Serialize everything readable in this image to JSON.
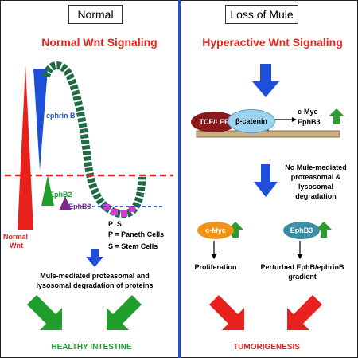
{
  "left_panel": {
    "title": "Normal",
    "heading": "Normal Wnt Signaling",
    "ephrin_b_label": "ephrin B",
    "ephb2_label": "EphB2",
    "ephb3_label": "EphB3",
    "normal_wnt_line1": "Normal",
    "normal_wnt_line2": "Wnt",
    "ps_label": "P  S",
    "paneth_def": "P = Paneth Cells",
    "stem_def": "S = Stem Cells",
    "degradation_line1": "Mule-mediated proteasomal and",
    "degradation_line2": "lysosomal degradation of proteins",
    "outcome": "HEALTHY INTESTINE"
  },
  "right_panel": {
    "title": "Loss of Mule",
    "heading": "Hyperactive Wnt Signaling",
    "tcf_label": "TCF/LEF",
    "catenin_label": "β-catenin",
    "target_line1": "c-Myc",
    "target_line2": "EphB3",
    "no_mule_line1": "No Mule-mediated",
    "no_mule_line2": "proteasomal &",
    "no_mule_line3": "lysosomal",
    "no_mule_line4": "degradation",
    "cmyc_label": "c-Myc",
    "ephb3_label": "EphB3",
    "proliferation": "Proliferation",
    "perturbed_line1": "Perturbed EphB/ephrinB",
    "perturbed_line2": "gradient",
    "outcome": "TUMORIGENESIS"
  },
  "colors": {
    "red": "#e8211c",
    "blue": "#1f4fd8",
    "green": "#1f9e2c",
    "crypt_green": "#1e6b45",
    "purple": "#7b2a8a",
    "magenta": "#d63ad6",
    "up_arrow_green": "#2e9b2e"
  }
}
